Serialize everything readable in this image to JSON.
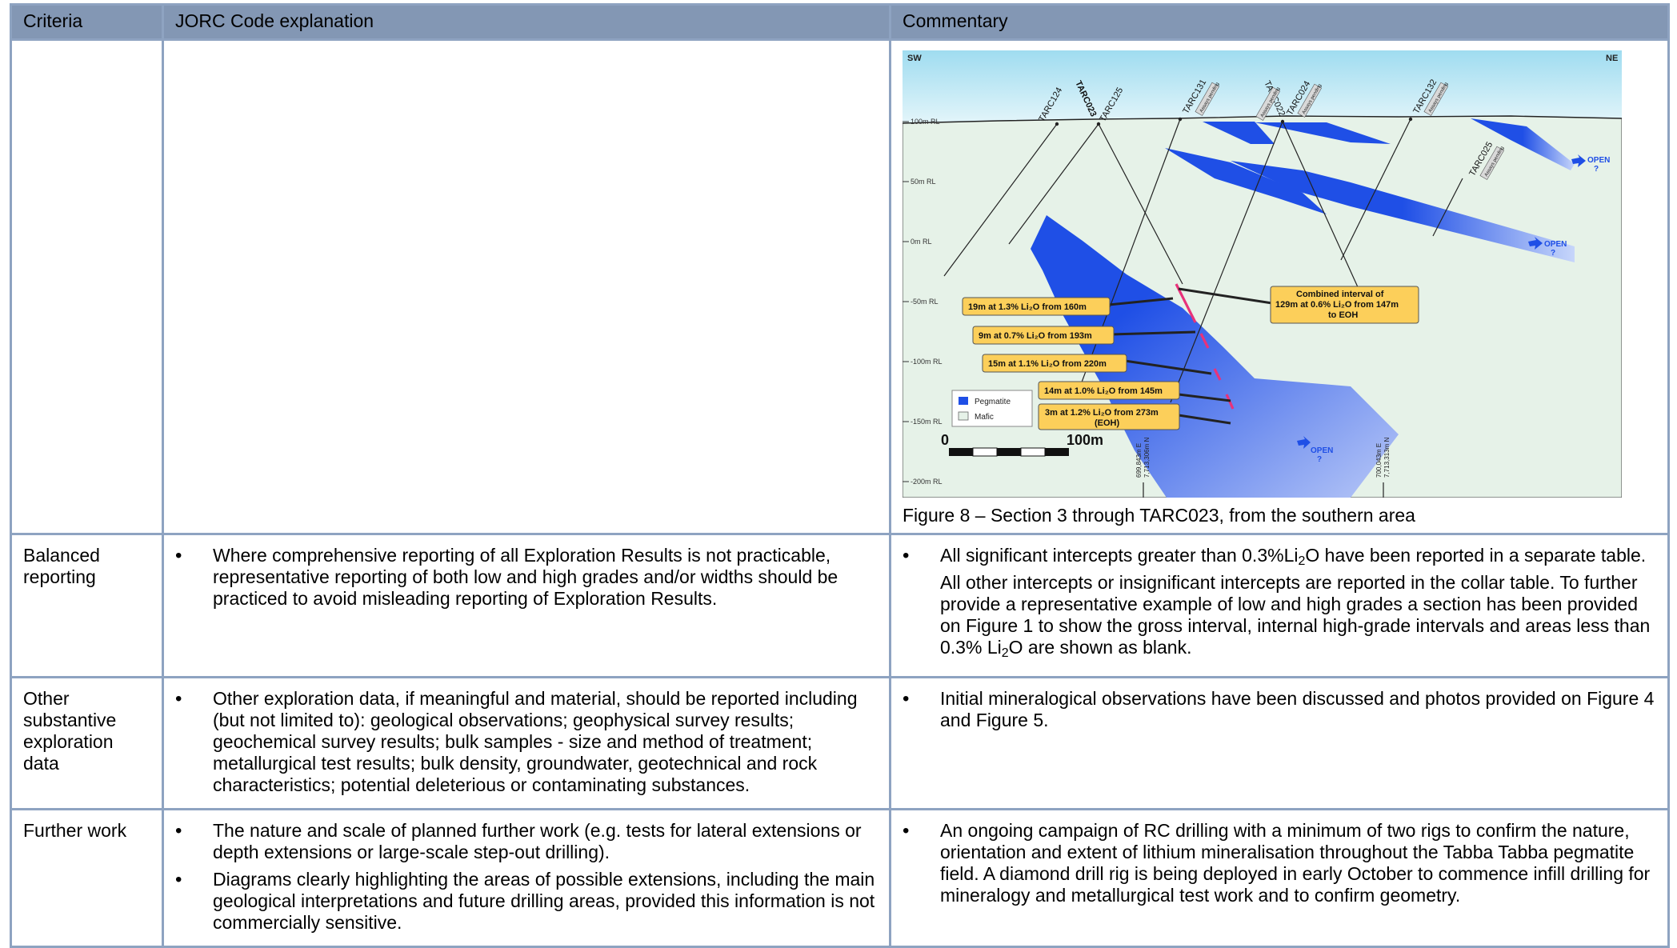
{
  "headers": {
    "criteria": "Criteria",
    "explanation": "JORC Code explanation",
    "commentary": "Commentary"
  },
  "figure": {
    "caption": "Figure 8 – Section 3 through TARC023, from the southern area",
    "dir_left": "SW",
    "dir_right": "NE",
    "rl_labels": [
      "100m RL",
      "50m RL",
      "0m RL",
      "-50m RL",
      "-100m RL",
      "-150m RL",
      "-200m RL"
    ],
    "holes": [
      "TARC124",
      "TARC023",
      "TARC125",
      "TARC131",
      "TARC022",
      "TARC024",
      "TARC132",
      "TARC025"
    ],
    "assay_tag": "Assays pending",
    "callouts": {
      "c1": "19m at 1.3% Li₂O from 160m",
      "c2": "9m at 0.7% Li₂O from 193m",
      "c3": "15m at 1.1% Li₂O from 220m",
      "c4": "14m at 1.0% Li₂O from 145m",
      "c5_line1": "3m at 1.2% Li₂O from 273m",
      "c5_line2": "(EOH)",
      "c6_line1": "Combined interval of",
      "c6_line2": "129m at 0.6% Li₂O from 147m",
      "c6_line3": "to EOH"
    },
    "open_label": "OPEN",
    "open_q": "?",
    "legend": {
      "pegmatite": "Pegmatite",
      "mafic": "Mafic"
    },
    "scale": {
      "start": "0",
      "end": "100m"
    },
    "grid_refs": {
      "g1_e": "699,843m E",
      "g1_n": "7,713,306m N",
      "g2_e": "700,043m E",
      "g2_n": "7,713,313m N"
    },
    "colors": {
      "sky": "#bfe8f5",
      "ground": "#e6f2e8",
      "pegmatite": "#1f4fe6",
      "callout": "#fccf5a",
      "header": "#8397b4",
      "border": "#8ea3c1"
    }
  },
  "rows": {
    "balanced": {
      "criteria": "Balanced reporting",
      "explanation": "Where comprehensive reporting of all Exploration Results is not practicable, representative reporting of both low and high grades and/or widths should be practiced to avoid misleading reporting of Exploration Results.",
      "commentary_a": "All significant intercepts greater than 0.3%Li",
      "commentary_sub1": "2",
      "commentary_b": "O have been reported in a separate table. All other intercepts or insignificant intercepts are reported in the collar table. To further provide a representative example of low and high grades a section has been provided on Figure 1 to show the gross interval, internal high-grade intervals and areas less than 0.3% Li",
      "commentary_sub2": "2",
      "commentary_c": "O are shown as blank."
    },
    "other": {
      "criteria": "Other substantive exploration data",
      "explanation": "Other exploration data, if meaningful and material, should be reported including (but not limited to): geological observations; geophysical survey results; geochemical survey results; bulk samples - size and method of treatment; metallurgical test results; bulk density, groundwater, geotechnical and rock characteristics; potential deleterious or contaminating substances.",
      "commentary": "Initial mineralogical observations have been discussed and photos provided on Figure 4 and Figure 5."
    },
    "further": {
      "criteria": "Further work",
      "explanation_1": "The nature and scale of planned further work (e.g. tests for lateral extensions or depth extensions or large-scale step-out drilling).",
      "explanation_2": "Diagrams clearly highlighting the areas of possible extensions, including the main geological interpretations and future drilling areas, provided this information is not commercially sensitive.",
      "commentary": "An ongoing campaign of RC drilling with a minimum of two rigs to confirm the nature, orientation and extent of lithium mineralisation throughout the Tabba Tabba pegmatite field. A diamond drill rig is being deployed in early October to commence infill drilling for mineralogy and metallurgical test work and to confirm geometry."
    }
  }
}
